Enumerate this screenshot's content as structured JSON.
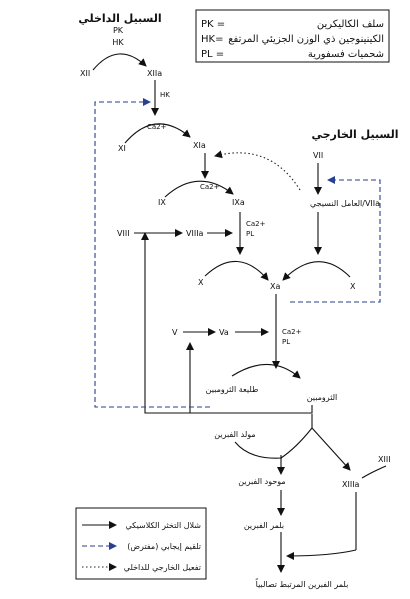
{
  "legend_abbrev": [
    {
      "code": "PK =",
      "meaning": "سلف الكاليكرين"
    },
    {
      "code": "HK=",
      "meaning": "الكينينوجين ذي الوزن الجزيئي المرتفع"
    },
    {
      "code": "PL =",
      "meaning": "شحميات فسفورية"
    }
  ],
  "titles": {
    "intrinsic": "السبيل الداخلي",
    "extrinsic": "السبيل الخارجي"
  },
  "nodes": {
    "pk": "PK",
    "hk_top": "HK",
    "xii": "XII",
    "xiia": "XIIa",
    "hk": "HK",
    "ca1": "Ca2+",
    "xi": "XI",
    "xia": "XIa",
    "ca2": "Ca2+",
    "ix": "IX",
    "ixa": "IXa",
    "vii": "VII",
    "tissue_factor": "العامل النسيجي/VIIa",
    "ca3": "Ca2+",
    "pl3": "PL",
    "viii": "VIII",
    "viiia": "VIIIa",
    "x_left": "X",
    "xa": "Xa",
    "x_right": "X",
    "ca4": "Ca2+",
    "pl4": "PL",
    "v": "V",
    "va": "Va",
    "prothrombin": "طليعة الثرومبين",
    "thrombin": "الثرومبين",
    "fibrinogen": "مولد الفبرين",
    "xiii": "XIII",
    "fibrin_monomer": "موحود الفبرين",
    "xiiia": "XIIIa",
    "fibrin_polymer": "بلمر الفبرين",
    "crosslinked": "بلمر الفبرين المرتبط تصالبياً"
  },
  "legend_key": [
    {
      "label": "شلال التخثر الكلاسيكي",
      "style": "solid"
    },
    {
      "label": "تلقيم إيجابي (مفترض)",
      "style": "dashed"
    },
    {
      "label": "تفعيل الخارجي للداخلي",
      "style": "dotted"
    }
  ],
  "colors": {
    "ink": "#111111",
    "dash": "#2a3f8f",
    "dotted": "#222222"
  }
}
